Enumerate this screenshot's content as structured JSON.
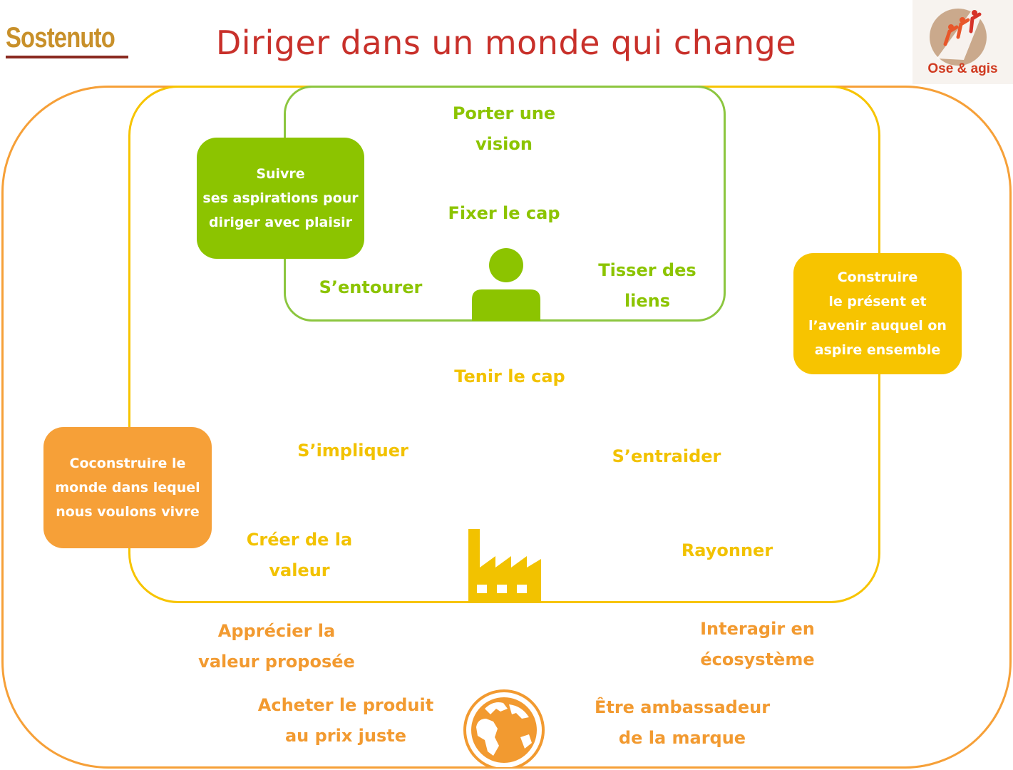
{
  "header": {
    "title": "Diriger dans un monde qui change",
    "logo_left": "Sostenuto",
    "logo_right": "Ose & agis"
  },
  "inner": {
    "vision": [
      "Porter une",
      "vision"
    ],
    "fixer_cap": "Fixer le cap",
    "entourer": "S’entourer",
    "tisser": [
      "Tisser des",
      "liens"
    ]
  },
  "middle": {
    "tenir_cap": "Tenir le cap",
    "impliquer": "S’impliquer",
    "entraider": "S’entraider",
    "creer": [
      "Créer de la",
      "valeur"
    ],
    "rayonner": "Rayonner"
  },
  "outer": {
    "apprecier": [
      "Apprécier la",
      "valeur proposée"
    ],
    "interagir": [
      "Interagir en",
      "écosystème"
    ],
    "acheter": [
      "Acheter le produit",
      "au prix juste"
    ],
    "ambassadeur": [
      "Être ambassadeur",
      "de la marque"
    ]
  },
  "boxes": {
    "green": [
      "Suivre",
      "ses aspirations pour",
      "diriger avec plaisir"
    ],
    "yellow": [
      "Construire",
      "le présent et",
      "l’avenir auquel on",
      "aspire ensemble"
    ],
    "orange": [
      "Coconstruire le",
      "monde dans lequel",
      "nous voulons vivre"
    ]
  },
  "colors": {
    "green": "#8cc400",
    "yellow": "#f2c200",
    "orange": "#f29a30",
    "title": "#c8302a"
  },
  "icons": [
    "person-icon",
    "factory-icon",
    "globe-icon",
    "climbers-icon"
  ]
}
